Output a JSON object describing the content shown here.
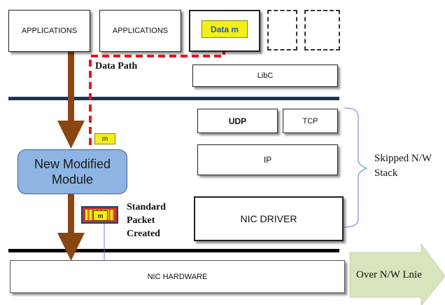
{
  "layers": {
    "app1": "APPLICATIONS",
    "app2": "APPLICATIONS",
    "data_label": "Data m",
    "libc": "LibC",
    "udp": "UDP",
    "tcp": "TCP",
    "ip": "IP",
    "nic_driver": "NIC DRIVER",
    "nic_hardware": "NIC HARDWARE"
  },
  "labels": {
    "data_path": "Data Path",
    "module": "New Modified Module",
    "packet_tag": "m",
    "packet_icon_text": "m",
    "standard_packet": "Standard Packet Created",
    "skipped_stack": "Skipped N/W Stack",
    "over_line": "Over N/W Lnie"
  },
  "colors": {
    "arrow_brown": "#8b4513",
    "data_path_red": "#e8161a",
    "module_fill": "#8eb4e3",
    "module_border": "#3e5e8e",
    "tag_yellow": "#f4ef16",
    "divider_navy": "#17375e",
    "arrow_green_fill": "#d7e4bd",
    "bracket_blue": "#7f9ccf"
  },
  "icons": [
    "down-arrow-icon",
    "right-arrow-icon",
    "packet-icon",
    "curly-brace-icon"
  ]
}
